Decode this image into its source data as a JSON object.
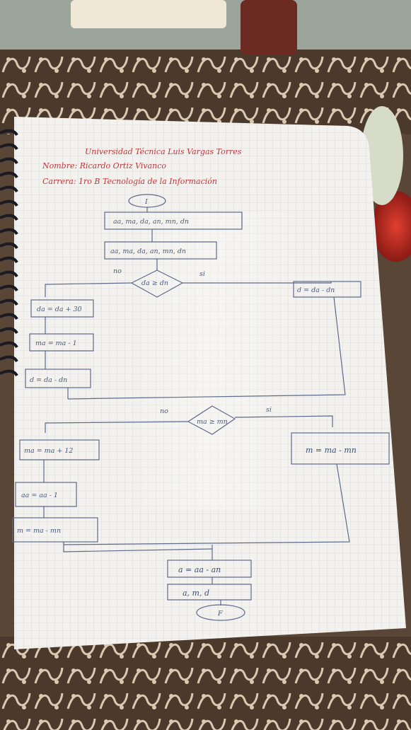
{
  "header": {
    "line1": "Universidad Técnica Luis Vargas Torres",
    "line2": "Nombre: Ricardo Ortiz Vivanco",
    "line3": "Carrera: 1ro B   Tecnología de la Información"
  },
  "flowchart": {
    "start": "I",
    "input": "aa, ma, da, an, mn, dn",
    "process_read": "aa, ma, da, an, mn, dn",
    "decision_1": {
      "label": "da ≥ dn",
      "no": "no",
      "yes": "si"
    },
    "no_branch_1": [
      "da = da + 30",
      "ma = ma - 1",
      "d = da - dn"
    ],
    "yes_branch_1": "d = da - dn",
    "decision_2": {
      "label": "ma ≥ mn",
      "no": "no",
      "yes": "si"
    },
    "no_branch_2": [
      "ma = ma + 12",
      "aa = aa - 1",
      "m = ma - mn"
    ],
    "yes_branch_2": "m = ma - mn",
    "compute_years": "a = aa - an",
    "output": "a, m, d",
    "end": "F"
  }
}
